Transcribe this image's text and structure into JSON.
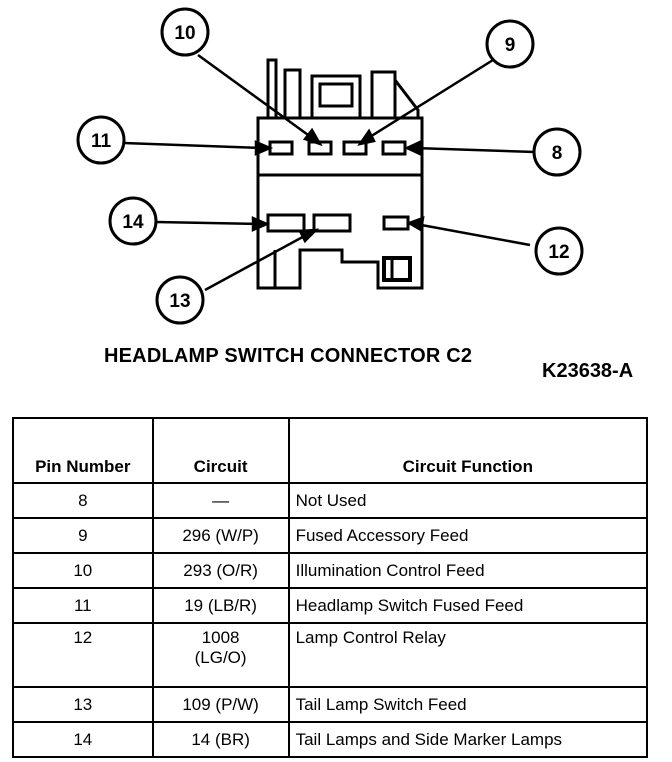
{
  "diagram": {
    "title": "HEADLAMP SWITCH CONNECTOR C2",
    "figure_ref": "K23638-A",
    "callouts": [
      "10",
      "9",
      "11",
      "8",
      "14",
      "12",
      "13"
    ]
  },
  "table": {
    "headers": {
      "pin": "Pin Number",
      "circuit": "Circuit",
      "function": "Circuit Function"
    },
    "rows": [
      {
        "pin": "8",
        "circuit": "—",
        "function": "Not Used"
      },
      {
        "pin": "9",
        "circuit": "296 (W/P)",
        "function": "Fused Accessory Feed"
      },
      {
        "pin": "10",
        "circuit": "293 (O/R)",
        "function": "Illumination Control Feed"
      },
      {
        "pin": "11",
        "circuit": "19 (LB/R)",
        "function": "Headlamp Switch Fused Feed"
      },
      {
        "pin": "12",
        "circuit": "1008 (LG/O)",
        "function": "Lamp Control Relay"
      },
      {
        "pin": "13",
        "circuit": "109 (P/W)",
        "function": "Tail Lamp Switch Feed"
      },
      {
        "pin": "14",
        "circuit": "14 (BR)",
        "function": "Tail Lamps and Side Marker Lamps"
      }
    ]
  }
}
